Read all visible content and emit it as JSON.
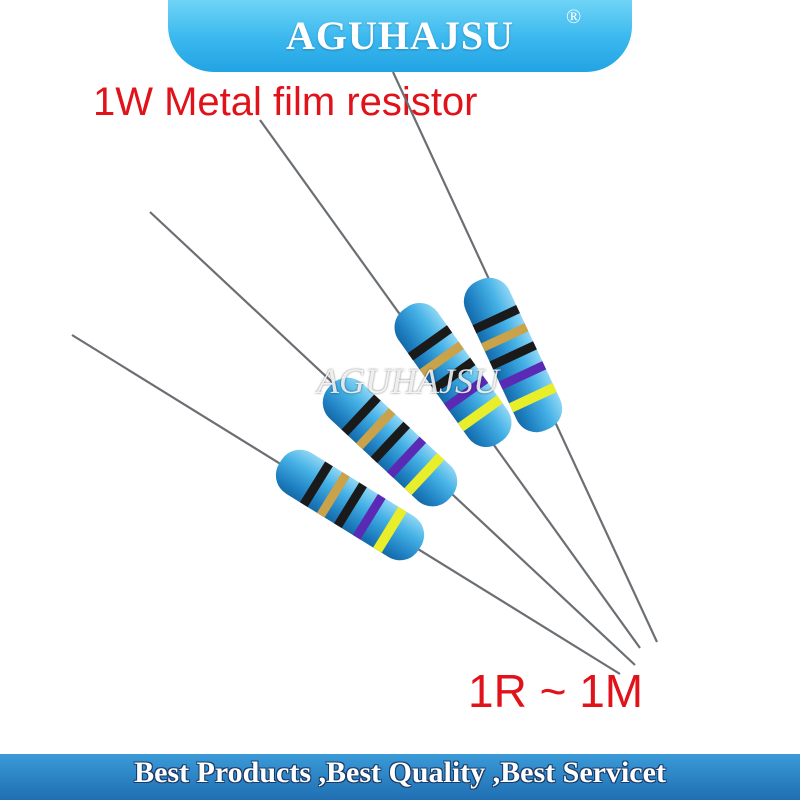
{
  "brand": {
    "name": "AGUHAJSU",
    "registered_mark": "®"
  },
  "product": {
    "title": "1W Metal film resistor",
    "range": "1R ~ 1M"
  },
  "watermark": {
    "text": "AGUHAJSU"
  },
  "slogan": {
    "text": "Best Products ,Best Quality ,Best Servicet"
  },
  "colors": {
    "title_red": "#e0121a",
    "banner_blue": "#39b7ee",
    "resistor_body": "#3aa6df",
    "band_brown": "#4a2a16",
    "band_black": "#1a1a1a",
    "band_gold": "#c9a24a",
    "band_violet": "#5b2ab4",
    "band_yellow": "#e8ee2a"
  }
}
